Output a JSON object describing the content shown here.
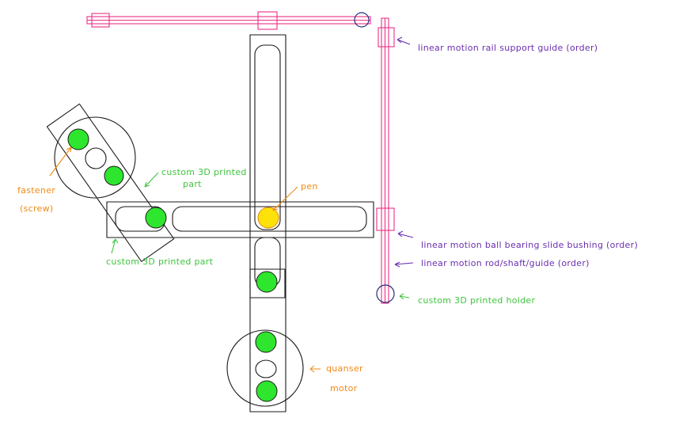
{
  "colors": {
    "ink": "#1a1a1a",
    "rail": "#ee2f86",
    "holder": "#23307a",
    "fastener_fill": "#2ee62e",
    "pen_fill": "#ffe10a",
    "label_purple": "#6a2fb0",
    "label_green": "#3fc43f",
    "label_orange": "#f08a16"
  },
  "labels": {
    "rail_support": "linear motion rail  support  guide  (order)",
    "ball_bearing": "linear motion  ball  bearing  slide  bushing  (order)",
    "rod_shaft": "linear motion  rod/shaft/guide   (order)",
    "printed_holder": "custom  3D  printed  holder",
    "pen": "pen",
    "custom_part_right_line1": "custom  3D  printed",
    "custom_part_right_line2": "part",
    "custom_part_bottom": "custom  3D printed  part",
    "fastener_line1": "fastener",
    "fastener_line2": "(screw)",
    "motor_line1": "quanser",
    "motor_line2": "motor"
  }
}
